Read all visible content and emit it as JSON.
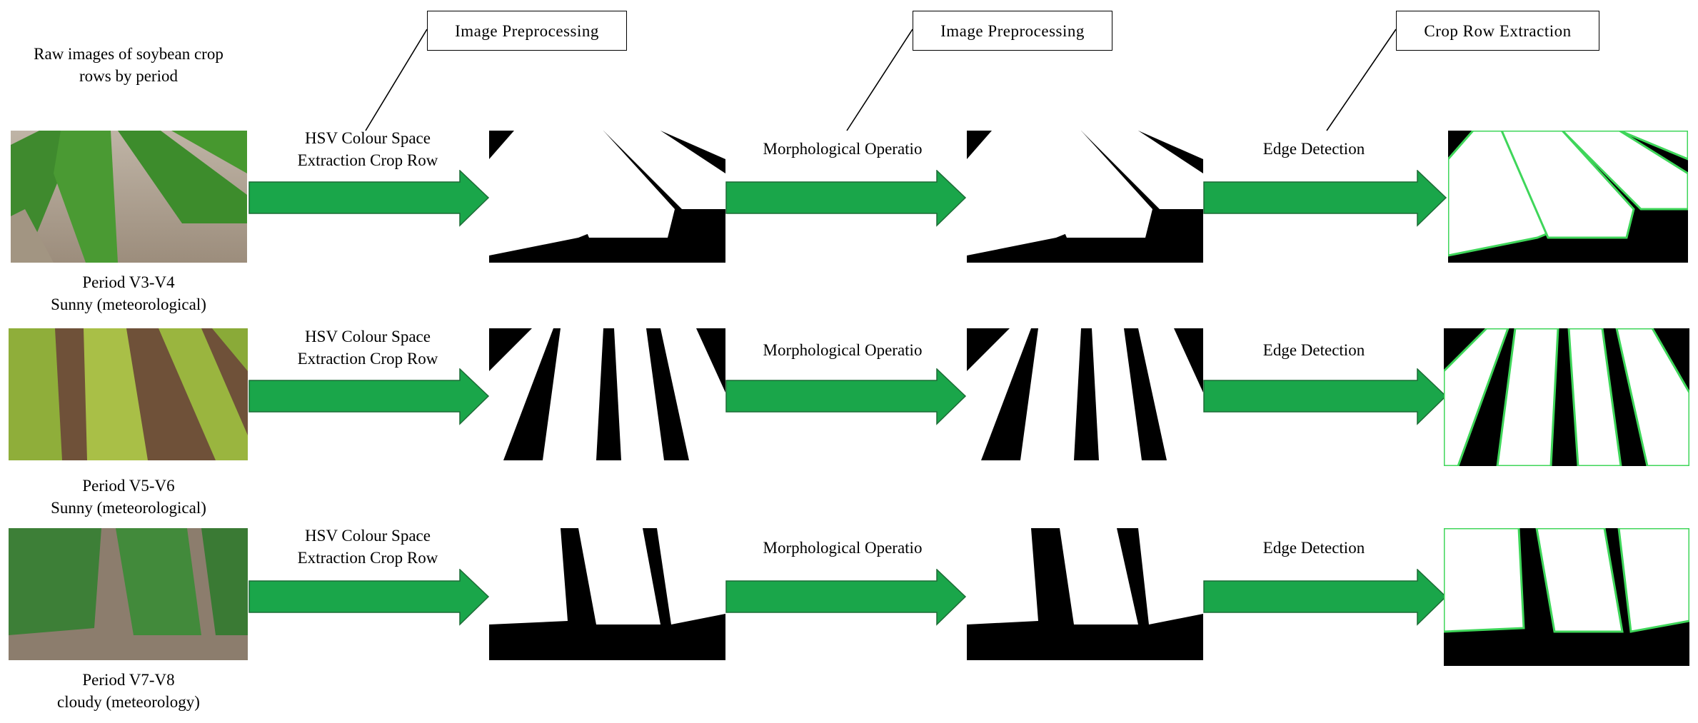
{
  "header_caption": "Raw images of soybean crop rows by period",
  "header_caption_lines": [
    "Raw images of soybean crop",
    "rows by period"
  ],
  "callouts": [
    {
      "label": "Image Preprocessing"
    },
    {
      "label": "Image Preprocessing"
    },
    {
      "label": "Crop Row Extraction"
    }
  ],
  "rows": [
    {
      "period": "Period V3-V4",
      "weather": "Sunny (meteorological)",
      "step1_lines": [
        "HSV Colour Space",
        "Extraction Crop Row"
      ],
      "step2": "Morphological Operatio",
      "step3": "Edge Detection"
    },
    {
      "period": "Period V5-V6",
      "weather": "Sunny (meteorological)",
      "step1_lines": [
        "HSV Colour Space",
        "Extraction Crop Row"
      ],
      "step2": "Morphological Operatio",
      "step3": "Edge Detection"
    },
    {
      "period": "Period V7-V8",
      "weather": "cloudy (meteorology)",
      "step1_lines": [
        "HSV Colour Space",
        "Extraction Crop Row"
      ],
      "step2": "Morphological Operatio",
      "step3": "Edge Detection"
    }
  ],
  "colors": {
    "arrow_fill": "#1aa64a",
    "arrow_stroke": "#1d6b36",
    "edge_green": "#3fd65a"
  }
}
